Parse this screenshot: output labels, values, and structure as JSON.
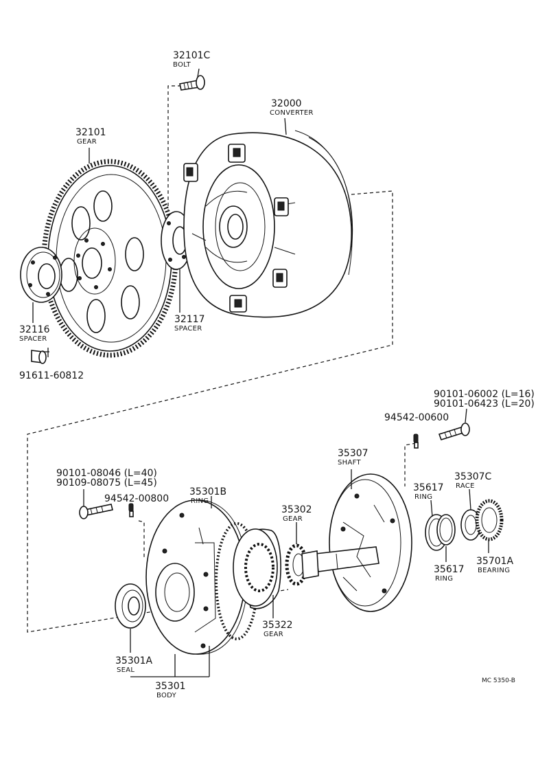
{
  "callouts": {
    "bolt_32101c": {
      "number": "32101C",
      "name": "BOLT"
    },
    "converter": {
      "number": "32000",
      "name": "CONVERTER"
    },
    "gear_32101": {
      "number": "32101",
      "name": "GEAR"
    },
    "spacer_32116": {
      "number": "32116",
      "name": "SPACER"
    },
    "spacer_32117": {
      "number": "32117",
      "name": "SPACER"
    },
    "bolt_91611": {
      "number": "91611-60812"
    },
    "bolt_90101_a": {
      "line1": "90101-06002 (L=16)",
      "line2": "90101-06423 (L=20)"
    },
    "pin_94542_a": {
      "number": "94542-00600"
    },
    "shaft_35307": {
      "number": "35307",
      "name": "SHAFT"
    },
    "race_35307c": {
      "number": "35307C",
      "name": "RACE"
    },
    "ring_35617_top": {
      "number": "35617",
      "name": "RING"
    },
    "bearing_35701a": {
      "number": "35701A",
      "name": "BEARING"
    },
    "ring_35617_bot": {
      "number": "35617",
      "name": "RING"
    },
    "bolt_90101_b": {
      "line1": "90101-08046 (L=40)",
      "line2": "90109-08075 (L=45)"
    },
    "pin_94542_b": {
      "number": "94542-00800"
    },
    "ring_35301b": {
      "number": "35301B",
      "name": "RING"
    },
    "gear_35302": {
      "number": "35302",
      "name": "GEAR"
    },
    "gear_35322": {
      "number": "35322",
      "name": "GEAR"
    },
    "seal_35301a": {
      "number": "35301A",
      "name": "SEAL"
    },
    "body_35301": {
      "number": "35301",
      "name": "BODY"
    }
  },
  "drawing_code": "MC 5350-B"
}
